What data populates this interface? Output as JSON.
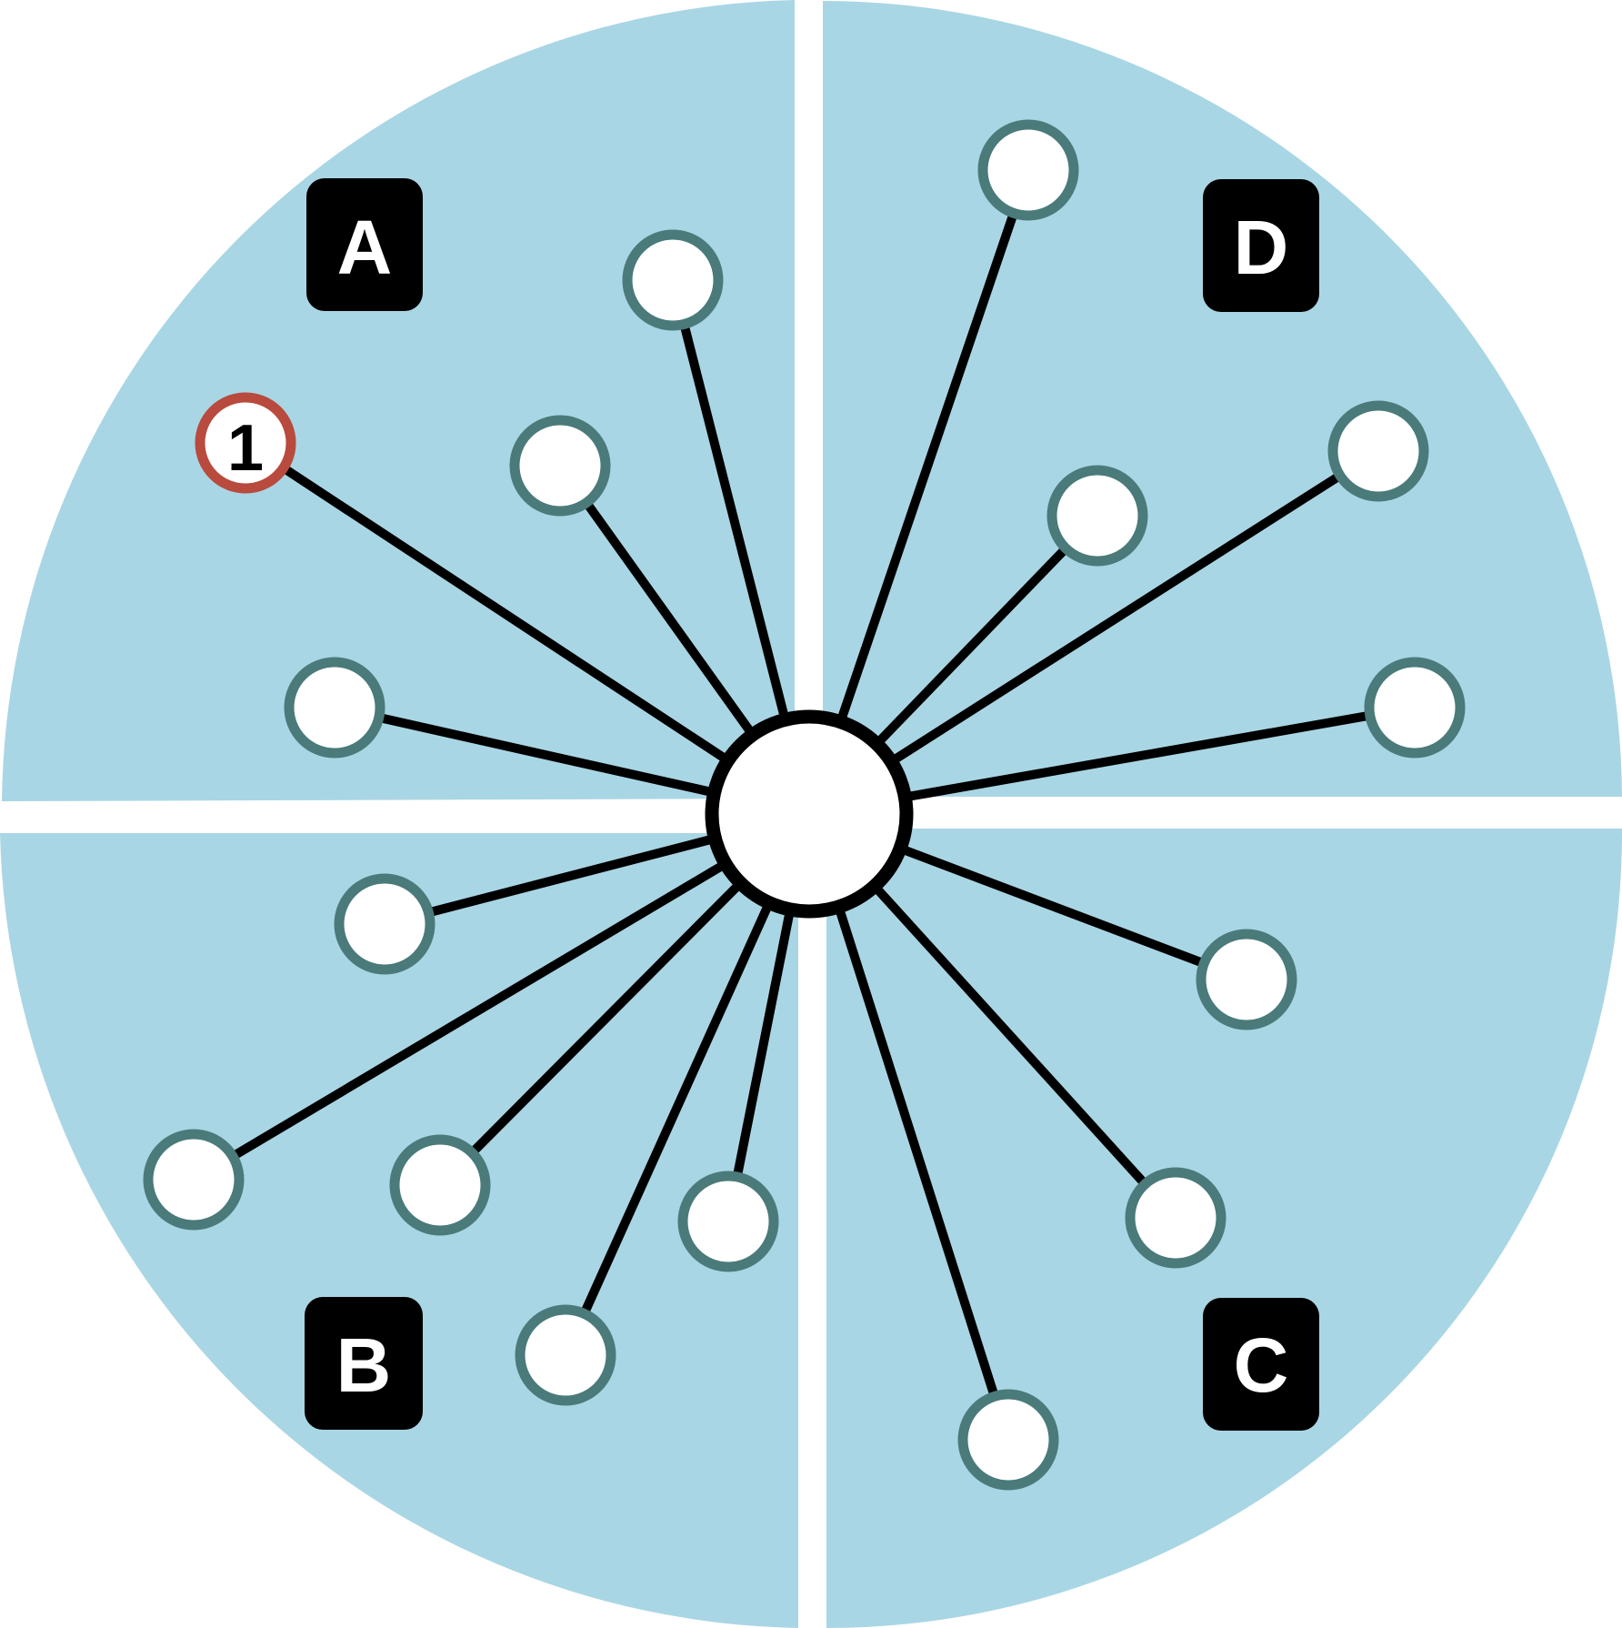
{
  "colors": {
    "background": "#ffffff",
    "quadrant_fill": "#a9d6e4",
    "spoke": "#000000",
    "hub_fill": "#ffffff",
    "hub_stroke": "#000000",
    "node_fill": "#ffffff",
    "node_stroke": "#4a7a7a",
    "highlight_stroke": "#b84a3e",
    "label_box": "#000000",
    "label_text": "#ffffff"
  },
  "quadrants": [
    {
      "id": "a",
      "label": "A"
    },
    {
      "id": "b",
      "label": "B"
    },
    {
      "id": "c",
      "label": "C"
    },
    {
      "id": "d",
      "label": "D"
    }
  ],
  "highlight_node_label": "1",
  "node_count": 16
}
